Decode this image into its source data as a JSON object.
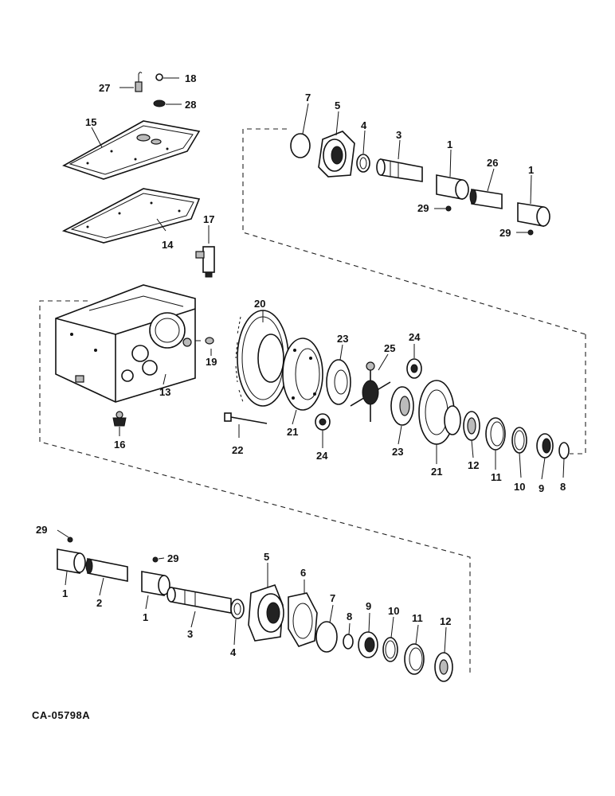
{
  "drawing_code": "CA-05798A",
  "callouts": {
    "c27": "27",
    "c18": "18",
    "c28": "28",
    "c15": "15",
    "c14": "14",
    "c17": "17",
    "c13": "13",
    "c16": "16",
    "c19": "19",
    "c20": "20",
    "c22": "22",
    "t7": "7",
    "t5": "5",
    "t4": "4",
    "t3": "3",
    "t1a": "1",
    "t26": "26",
    "t1b": "1",
    "t29a": "29",
    "t29b": "29",
    "m21a": "21",
    "m23a": "23",
    "m25": "25",
    "m24a": "24",
    "m24b": "24",
    "m23b": "23",
    "m21b": "21",
    "m12": "12",
    "m11": "11",
    "m10": "10",
    "m9": "9",
    "m8": "8",
    "b29a": "29",
    "b29b": "29",
    "b1a": "1",
    "b2": "2",
    "b1b": "1",
    "b3": "3",
    "b4": "4",
    "b5": "5",
    "b6": "6",
    "b7": "7",
    "b8": "8",
    "b9": "9",
    "b10": "10",
    "b11": "11",
    "b12": "12"
  }
}
